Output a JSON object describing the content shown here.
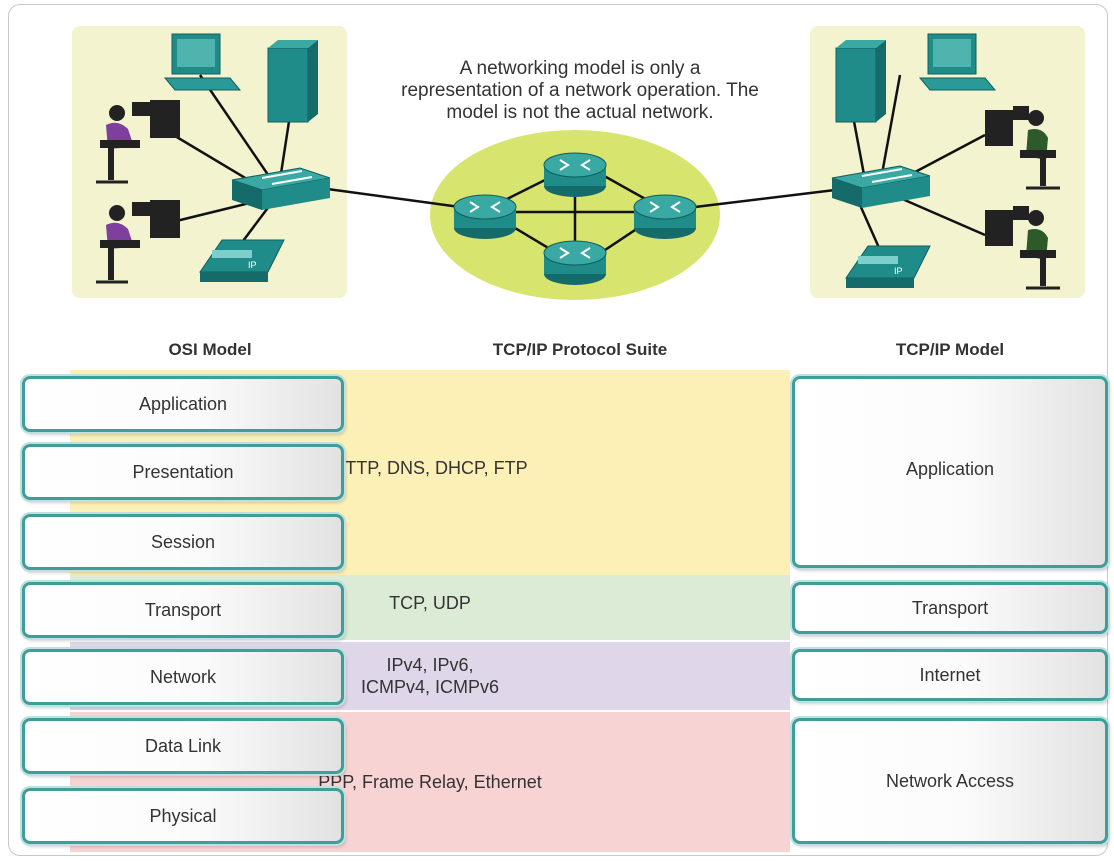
{
  "caption": [
    "A networking model is only a",
    "representation of a network operation. The",
    "model is not the actual network."
  ],
  "columns": {
    "osi": "OSI Model",
    "suite": "TCP/IP Protocol Suite",
    "tcpip": "TCP/IP Model"
  },
  "osi_layers": [
    "Application",
    "Presentation",
    "Session",
    "Transport",
    "Network",
    "Data Link",
    "Physical"
  ],
  "protocols": {
    "application": "HTTP, DNS, DHCP, FTP",
    "transport": "TCP, UDP",
    "network_line1": "IPv4, IPv6,",
    "network_line2": "ICMPv4, ICMPv6",
    "network_access": "PPP, Frame Relay, Ethernet"
  },
  "tcpip_layers": {
    "application": "Application",
    "transport": "Transport",
    "internet": "Internet",
    "network_access": "Network Access"
  },
  "phone_label": "IP",
  "colors": {
    "application_band": "#fdf0b6",
    "transport_band": "#dcebd6",
    "network_band": "#e0d6ea",
    "access_band": "#f8d3d3",
    "box_border": "#3f9e9a",
    "device_teal": "#1f8c8a",
    "lan_panel": "#f3f3cf",
    "cloud": "#d7e46e"
  },
  "icons": [
    "workstation-icon",
    "server-tower-icon",
    "user-at-desk-icon",
    "switch-icon",
    "ip-phone-icon",
    "router-icon"
  ]
}
